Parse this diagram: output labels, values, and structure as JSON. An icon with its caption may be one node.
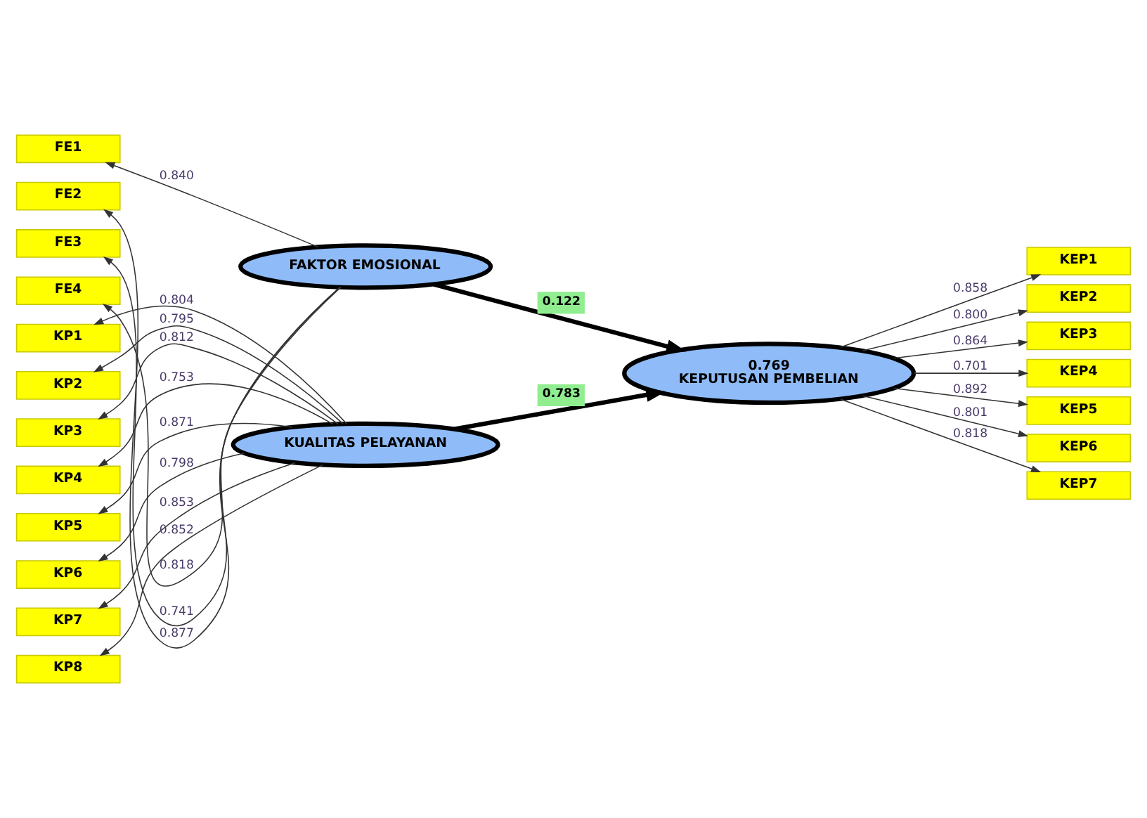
{
  "diagram": {
    "nodes": [
      {
        "text": [
          "FE1"
        ]
      },
      {
        "text": [
          "FE2"
        ]
      },
      {
        "text": [
          "FE3"
        ]
      },
      {
        "text": [
          "FE4"
        ]
      },
      {
        "text": [
          "FAKTOR EMOSIONAL"
        ]
      },
      {
        "text": [
          "KEP1"
        ]
      },
      {
        "text": [
          "KEP2"
        ]
      },
      {
        "text": [
          "KEP3"
        ]
      },
      {
        "text": [
          "KEP4"
        ]
      },
      {
        "text": [
          "KEP5"
        ]
      },
      {
        "text": [
          "KEP6"
        ]
      },
      {
        "text": [
          "KEP7"
        ]
      },
      {
        "text": [
          "0.769",
          "KEPUTUSAN PEMBELIAN"
        ]
      },
      {
        "text": [
          "KP1"
        ]
      },
      {
        "text": [
          "KP2"
        ]
      },
      {
        "text": [
          "KP3"
        ]
      },
      {
        "text": [
          "KP4"
        ]
      },
      {
        "text": [
          "KP5"
        ]
      },
      {
        "text": [
          "KP6"
        ]
      },
      {
        "text": [
          "KP7"
        ]
      },
      {
        "text": [
          "KP8"
        ]
      },
      {
        "text": [
          "KUALITAS PELAYANAN"
        ]
      }
    ],
    "edges": [
      {
        "from": 4,
        "to": 0,
        "arrow": "to",
        "label": "0.840"
      },
      {
        "from": 4,
        "to": 1,
        "arrow": "to",
        "label": "0.877"
      },
      {
        "from": 4,
        "to": 2,
        "arrow": "to",
        "label": "0.741"
      },
      {
        "from": 4,
        "to": 3,
        "arrow": "to",
        "label": "0.818"
      },
      {
        "from": 4,
        "to": 12,
        "arrow": "to",
        "label": "0.122",
        "style": "thick"
      },
      {
        "from": 21,
        "to": 12,
        "arrow": "to",
        "label": "0.783",
        "style": "thick"
      },
      {
        "from": 12,
        "to": 5,
        "arrow": "to",
        "label": "0.858"
      },
      {
        "from": 12,
        "to": 6,
        "arrow": "to",
        "label": "0.800"
      },
      {
        "from": 12,
        "to": 7,
        "arrow": "to",
        "label": "0.864"
      },
      {
        "from": 12,
        "to": 8,
        "arrow": "to",
        "label": "0.701"
      },
      {
        "from": 12,
        "to": 9,
        "arrow": "to",
        "label": "0.892"
      },
      {
        "from": 12,
        "to": 10,
        "arrow": "to",
        "label": "0.801"
      },
      {
        "from": 12,
        "to": 11,
        "arrow": "to",
        "label": "0.818"
      },
      {
        "from": 21,
        "to": 13,
        "arrow": "to",
        "label": "0.804"
      },
      {
        "from": 21,
        "to": 14,
        "arrow": "to",
        "label": "0.795"
      },
      {
        "from": 21,
        "to": 15,
        "arrow": "to",
        "label": "0.812"
      },
      {
        "from": 21,
        "to": 16,
        "arrow": "to",
        "label": "0.753"
      },
      {
        "from": 21,
        "to": 17,
        "arrow": "to",
        "label": "0.871"
      },
      {
        "from": 21,
        "to": 18,
        "arrow": "to",
        "label": "0.798"
      },
      {
        "from": 21,
        "to": 19,
        "arrow": "to",
        "label": "0.853"
      },
      {
        "from": 21,
        "to": 20,
        "arrow": "to",
        "label": "0.852"
      }
    ]
  }
}
